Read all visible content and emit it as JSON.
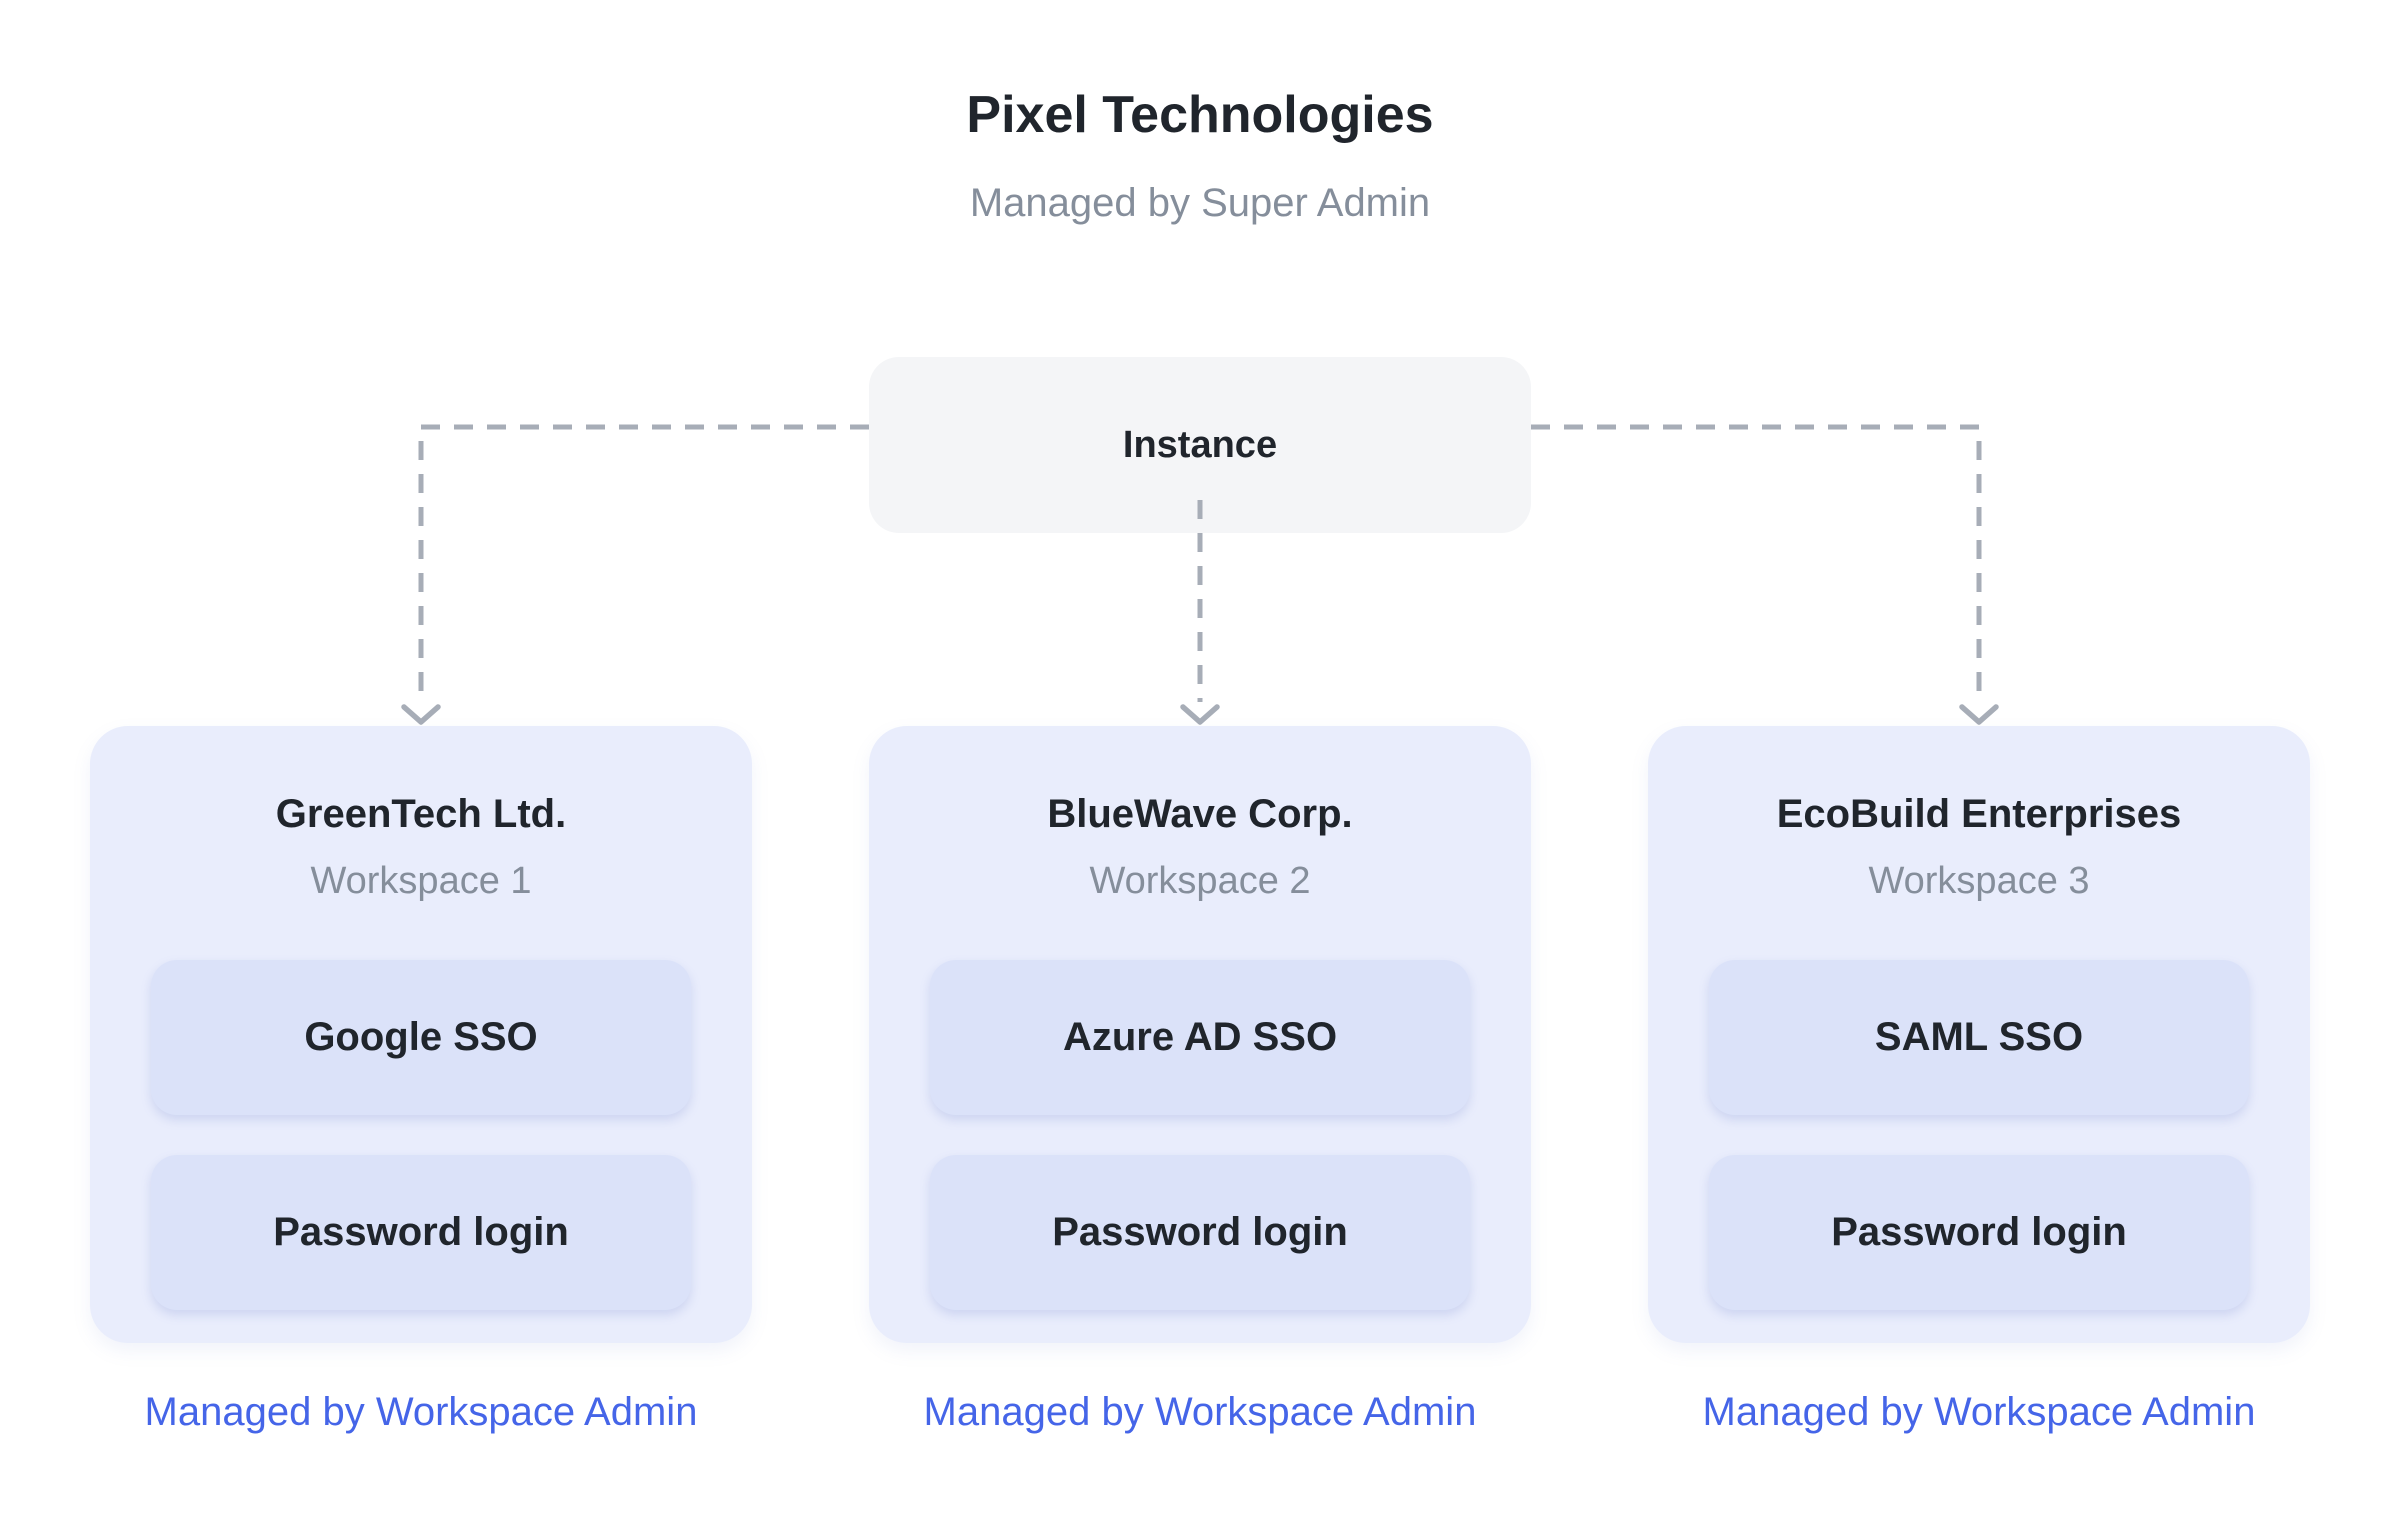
{
  "header": {
    "title": "Pixel Technologies",
    "subtitle": "Managed by Super Admin"
  },
  "instance": {
    "label": "Instance"
  },
  "workspaces": [
    {
      "company": "GreenTech Ltd.",
      "workspace": "Workspace 1",
      "auth_methods": [
        "Google SSO",
        "Password login"
      ],
      "managed_by": "Managed by Workspace Admin"
    },
    {
      "company": "BlueWave Corp.",
      "workspace": "Workspace 2",
      "auth_methods": [
        "Azure AD SSO",
        "Password login"
      ],
      "managed_by": "Managed by Workspace Admin"
    },
    {
      "company": "EcoBuild Enterprises",
      "workspace": "Workspace 3",
      "auth_methods": [
        "SAML SSO",
        "Password login"
      ],
      "managed_by": "Managed by Workspace Admin"
    }
  ],
  "colors": {
    "accent_blue": "#4565e8",
    "card_bg": "#e9edfc",
    "auth_box_bg": "#dbe2f9",
    "instance_bg": "#f4f5f7",
    "connector_gray": "#a7adb7",
    "text_dark": "#20252c",
    "text_gray": "#858e9b"
  }
}
